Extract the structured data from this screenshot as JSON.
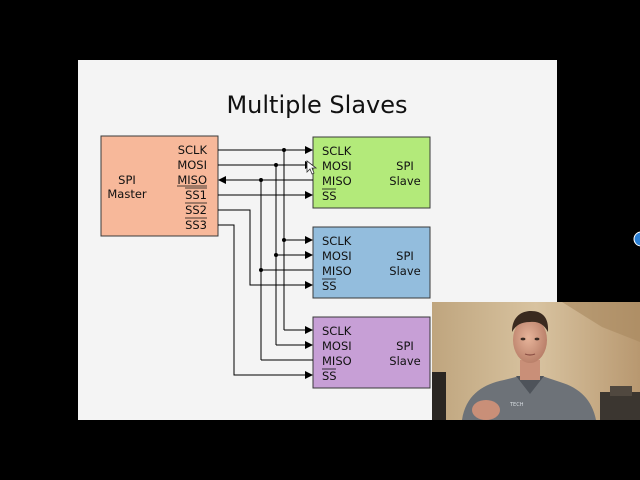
{
  "slide": {
    "title": "Multiple Slaves"
  },
  "master": {
    "name_line1": "SPI",
    "name_line2": "Master",
    "pins": [
      "SCLK",
      "MOSI",
      "MISO",
      "SS1",
      "SS2",
      "SS3"
    ]
  },
  "slaves": [
    {
      "name_line1": "SPI",
      "name_line2": "Slave",
      "pins": [
        "SCLK",
        "MOSI",
        "MISO",
        "SS"
      ],
      "color": "#b3ea7a"
    },
    {
      "name_line1": "SPI",
      "name_line2": "Slave",
      "pins": [
        "SCLK",
        "MOSI",
        "MISO",
        "SS"
      ],
      "color": "#93bddd"
    },
    {
      "name_line1": "SPI",
      "name_line2": "Slave",
      "pins": [
        "SCLK",
        "MOSI",
        "MISO",
        "SS"
      ],
      "color": "#c79fd6"
    }
  ],
  "colors": {
    "master_fill": "#f7b89a",
    "page_background": "#000000",
    "slide_background": "#f4f4f4",
    "wire": "#000000"
  },
  "webcam": {
    "shirt_logo_text": "TECH"
  }
}
